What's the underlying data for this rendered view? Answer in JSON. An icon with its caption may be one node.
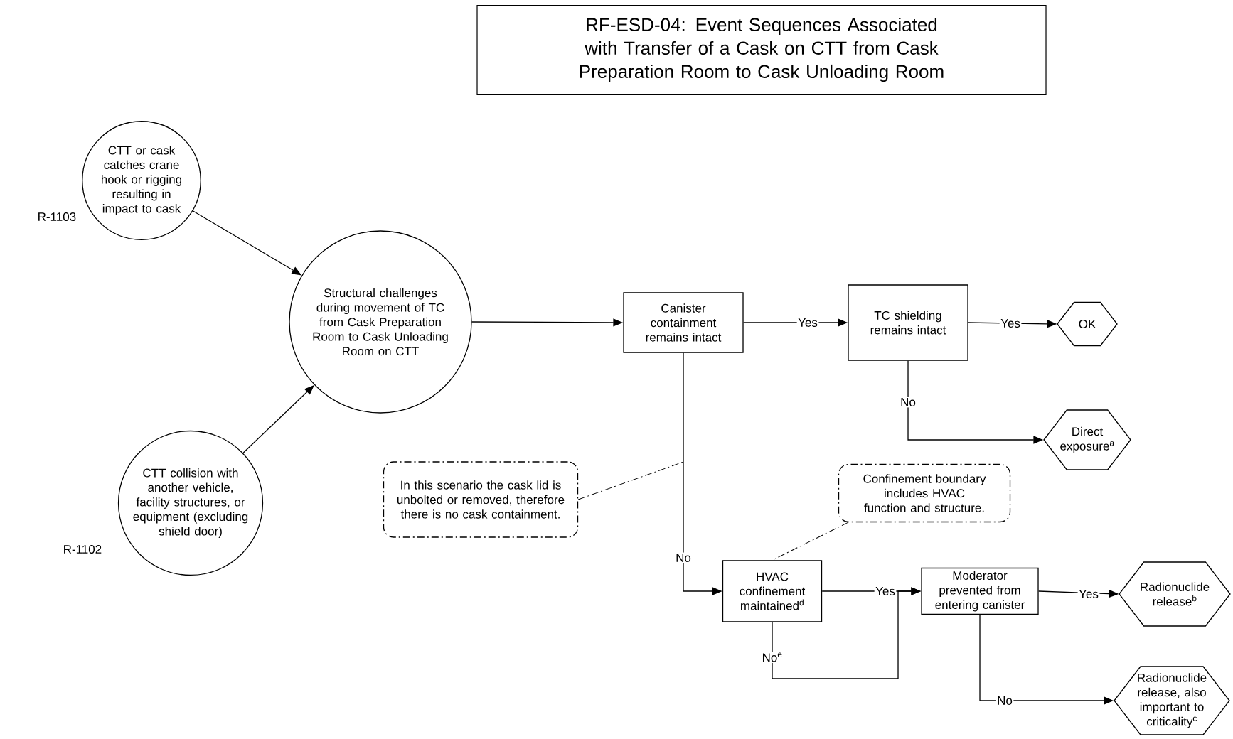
{
  "diagram": {
    "title": "RF-ESD-04: Event Sequences Associated with Transfer of a Cask on CTT from Cask Preparation Room to Cask Unloading Room",
    "nodes": [
      {
        "text": [
          "CTT or cask catches crane hook or rigging resulting in impact to cask"
        ]
      },
      {
        "text": [
          "CTT collision with another vehicle, facility structures, or equipment (excluding shield door)"
        ]
      },
      {
        "text": [
          "Structural challenges during movement of TC from Cask Preparation Room to Cask Unloading Room on CTT"
        ]
      },
      {
        "text": [
          "Canister containment remains intact"
        ]
      },
      {
        "text": [
          "TC shielding remains intact"
        ]
      },
      {
        "text": [
          "OK"
        ]
      },
      {
        "text": [
          "Direct exposure$^{a}$"
        ]
      },
      {
        "text": [
          "In this scenario the cask lid is unbolted or removed, therefore there is no cask containment."
        ]
      },
      {
        "text": [
          "Confinement boundary includes HVAC function and structure."
        ]
      },
      {
        "text": [
          "HVAC confinement maintained$^{d}$"
        ]
      },
      {
        "text": [
          "Moderator prevented from entering canister"
        ]
      },
      {
        "text": [
          "Radionuclide release$^{b}$"
        ]
      },
      {
        "text": [
          "Radionuclide release, also important to criticality$^{c}$"
        ]
      }
    ],
    "edges": [
      {
        "from": 0,
        "to": 2,
        "arrow": "to"
      },
      {
        "from": 1,
        "to": 2,
        "arrow": "to"
      },
      {
        "from": 2,
        "to": 3,
        "arrow": "to"
      },
      {
        "from": 3,
        "to": 4,
        "arrow": "to",
        "label": "Yes"
      },
      {
        "from": 4,
        "to": 5,
        "arrow": "to",
        "label": "Yes"
      },
      {
        "from": 4,
        "to": 6,
        "arrow": "to",
        "label": "No"
      },
      {
        "from": 3,
        "to": 9,
        "arrow": "to",
        "label": "No"
      },
      {
        "from": 9,
        "to": 10,
        "arrow": "to",
        "label": "Yes"
      },
      {
        "from": 9,
        "to": 10,
        "arrow": "to",
        "label": "No$^{e}$"
      },
      {
        "from": 10,
        "to": 11,
        "arrow": "to",
        "label": "Yes"
      },
      {
        "from": 10,
        "to": 12,
        "arrow": "to",
        "label": "No"
      },
      {
        "from": 7,
        "to": null,
        "arrow": "none",
        "style": "dashed"
      },
      {
        "from": 8,
        "to": 9,
        "arrow": "none",
        "style": "dashed"
      }
    ],
    "labels": [
      "R-1103",
      "R-1102"
    ]
  }
}
